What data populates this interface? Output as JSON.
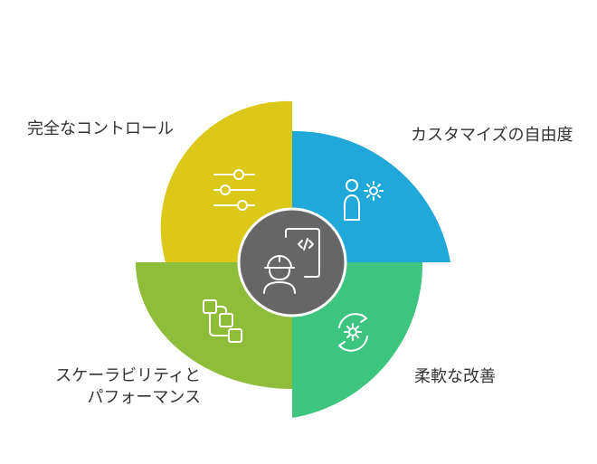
{
  "segments": {
    "top_left": {
      "label": "完全なコントロール",
      "color": "#DCC818",
      "icon": "sliders-icon"
    },
    "top_right": {
      "label": "カスタマイズの自由度",
      "color": "#1FA8D8",
      "icon": "person-gear-icon"
    },
    "bottom_right": {
      "label": "柔軟な改善",
      "color": "#3DC47E",
      "icon": "gear-cycle-icon"
    },
    "bottom_left": {
      "label_line1": "スケーラビリティと",
      "label_line2": "パフォーマンス",
      "color": "#8EBD3A",
      "icon": "workflow-icon"
    }
  },
  "center": {
    "color": "#666666",
    "icon": "developer-code-icon"
  }
}
